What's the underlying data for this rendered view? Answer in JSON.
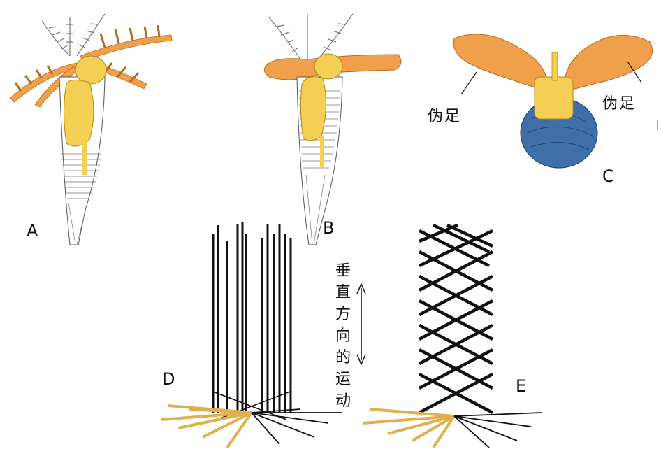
{
  "panels": {
    "a": "A",
    "b": "B",
    "c": "C",
    "d": "D",
    "e": "E"
  },
  "annotations": {
    "left_pseudopod": "伪足",
    "right_pseudopod": "伪足",
    "vertical_motion": "垂直方向的运动"
  },
  "colors": {
    "orange": "#f0a04a",
    "yellow": "#f5cf54",
    "blue": "#3f6fa8",
    "gray_feather": "#9a9a9a",
    "line": "#111111",
    "stick": "#e0b050"
  }
}
